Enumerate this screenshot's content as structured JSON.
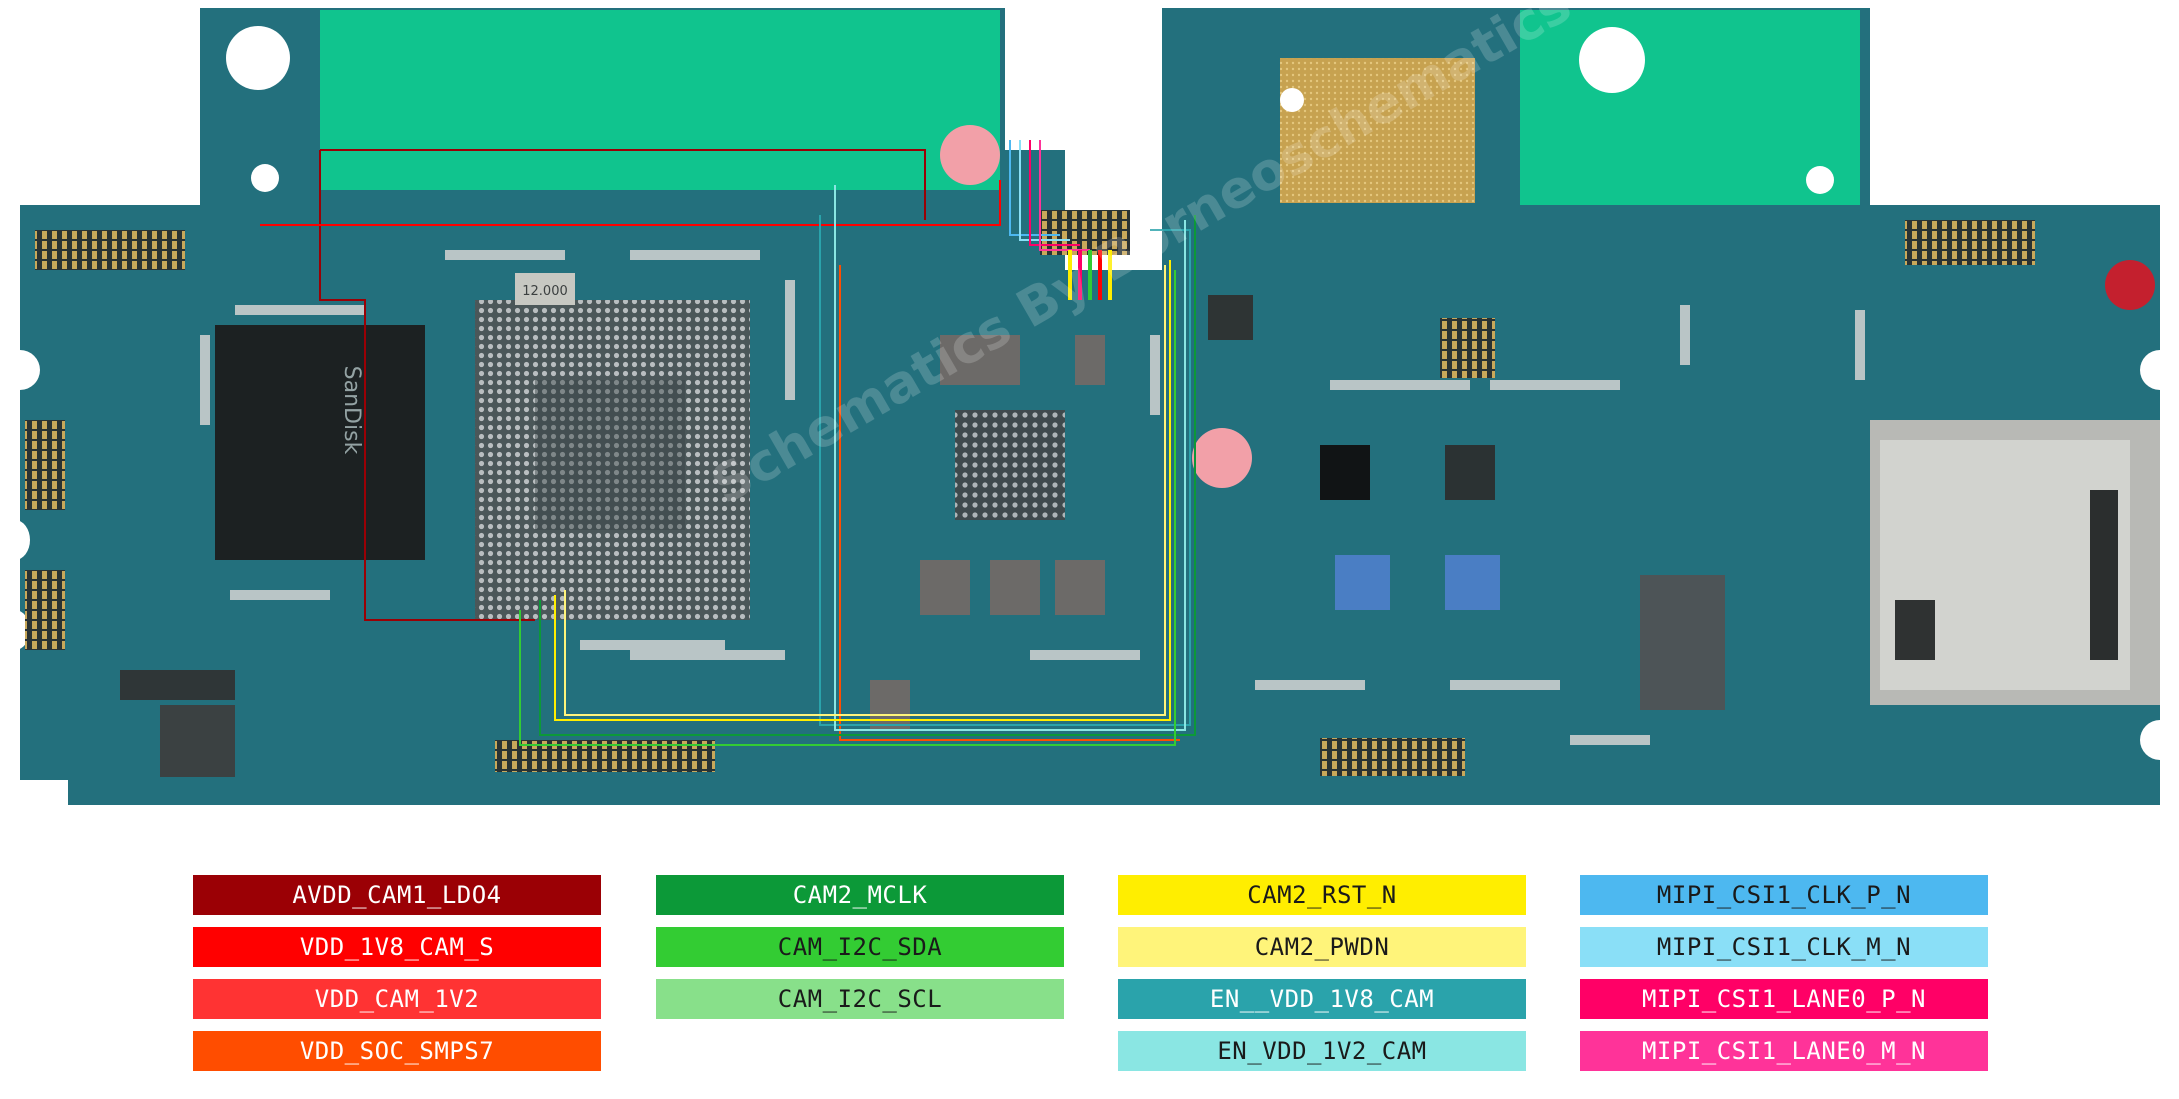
{
  "board": {
    "crystal_label": "12.000",
    "emmc_label": "SanDisk",
    "watermark": "Schematics By Borneoschematics"
  },
  "legend": [
    {
      "label": "AVDD_CAM1_LDO4",
      "bg": "#9b0005",
      "fg": "#ffffff"
    },
    {
      "label": "VDD_1V8_CAM_S",
      "bg": "#ff0000",
      "fg": "#ffffff"
    },
    {
      "label": "VDD_CAM_1V2",
      "bg": "#ff3333",
      "fg": "#ffffff"
    },
    {
      "label": "VDD_SOC_SMPS7",
      "bg": "#ff4d00",
      "fg": "#ffffff"
    },
    {
      "label": "CAM2_MCLK",
      "bg": "#0c9938",
      "fg": "#ffffff"
    },
    {
      "label": "CAM_I2C_SDA",
      "bg": "#33cc33",
      "fg": "#1a1a1a"
    },
    {
      "label": "CAM_I2C_SCL",
      "bg": "#88e08a",
      "fg": "#1a1a1a"
    },
    {
      "label": "CAM2_RST_N",
      "bg": "#ffee00",
      "fg": "#1a1a1a"
    },
    {
      "label": "CAM2_PWDN",
      "bg": "#fff47a",
      "fg": "#1a1a1a"
    },
    {
      "label": "EN__VDD_1V8_CAM",
      "bg": "#2aa3ab",
      "fg": "#ffffff"
    },
    {
      "label": "EN_VDD_1V2_CAM",
      "bg": "#8ae6e3",
      "fg": "#1a1a1a"
    },
    {
      "label": "MIPI_CSI1_CLK_P_N",
      "bg": "#4db8f0",
      "fg": "#1a1a1a"
    },
    {
      "label": "MIPI_CSI1_CLK_M_N",
      "bg": "#8adff7",
      "fg": "#1a1a1a"
    },
    {
      "label": "MIPI_CSI1_LANE0_P_N",
      "bg": "#ff0066",
      "fg": "#ffffff"
    },
    {
      "label": "MIPI_CSI1_LANE0_M_N",
      "bg": "#ff3399",
      "fg": "#ffffff"
    }
  ]
}
